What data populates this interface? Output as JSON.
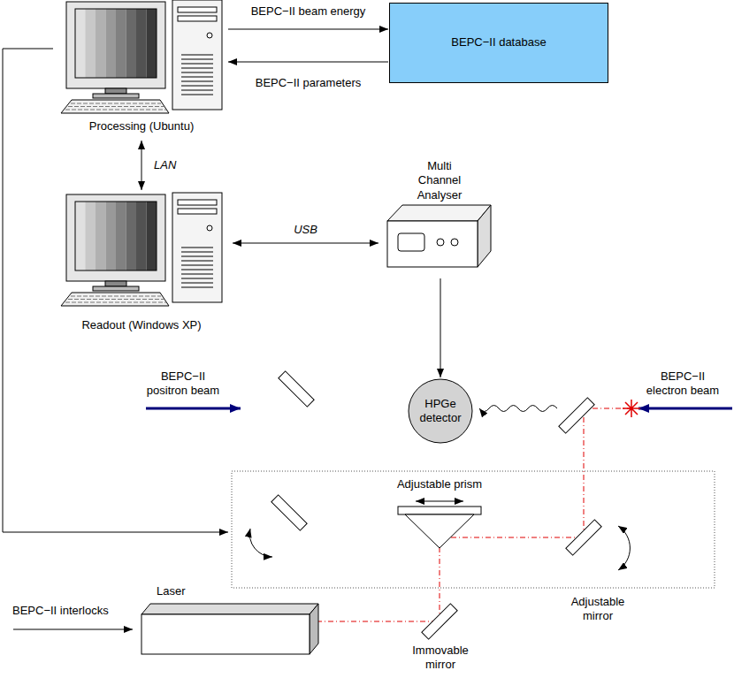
{
  "diagram": {
    "nodes": [
      {
        "text": [
          "Processing (Ubuntu)"
        ]
      },
      {
        "text": [
          "BEPC−II database"
        ]
      },
      {
        "text": [
          "Readout (Windows XP)"
        ]
      },
      {
        "text": [
          "Multi Channel Analyser"
        ]
      },
      {
        "text": [
          "HPGe detector"
        ]
      },
      {
        "text": [
          "Adjustable prism"
        ]
      },
      {
        "text": [
          "Adjustable mirror"
        ]
      },
      {
        "text": [
          "Laser"
        ]
      },
      {
        "text": [
          "Immovable mirror"
        ]
      }
    ],
    "edges": [
      {
        "from": 0,
        "to": 1,
        "label": "BEPC−II beam energy",
        "arrow": "to"
      },
      {
        "from": 1,
        "to": 0,
        "label": "BEPC−II parameters",
        "arrow": "to"
      },
      {
        "from": 0,
        "to": 2,
        "label": "LAN",
        "arrow": "both"
      },
      {
        "from": 2,
        "to": 3,
        "label": "USB",
        "arrow": "both"
      },
      {
        "from": 3,
        "to": 4,
        "arrow": "to"
      },
      {
        "from": 7,
        "to": 8,
        "arrow": "none"
      },
      {
        "from": 8,
        "to": 5,
        "arrow": "none"
      },
      {
        "from": 5,
        "to": 6,
        "arrow": "none"
      }
    ],
    "labels": [
      "BEPC−II positron beam",
      "BEPC−II electron beam",
      "BEPC−II interlocks"
    ]
  }
}
